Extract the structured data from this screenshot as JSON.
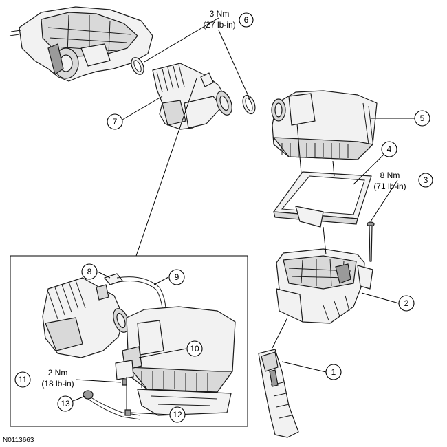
{
  "figure_id": "N0113663",
  "callouts": [
    {
      "n": "1"
    },
    {
      "n": "2"
    },
    {
      "n": "3"
    },
    {
      "n": "4"
    },
    {
      "n": "5"
    },
    {
      "n": "6"
    },
    {
      "n": "7"
    },
    {
      "n": "8"
    },
    {
      "n": "9"
    },
    {
      "n": "10"
    },
    {
      "n": "11"
    },
    {
      "n": "12"
    },
    {
      "n": "13"
    }
  ],
  "torque": {
    "t6": {
      "nm": "3 Nm",
      "lbin": "(27 lb-in)"
    },
    "t3": {
      "nm": "8 Nm",
      "lbin": "(71 lb-in)"
    },
    "t11": {
      "nm": "2 Nm",
      "lbin": "(18 lb-in)"
    }
  }
}
